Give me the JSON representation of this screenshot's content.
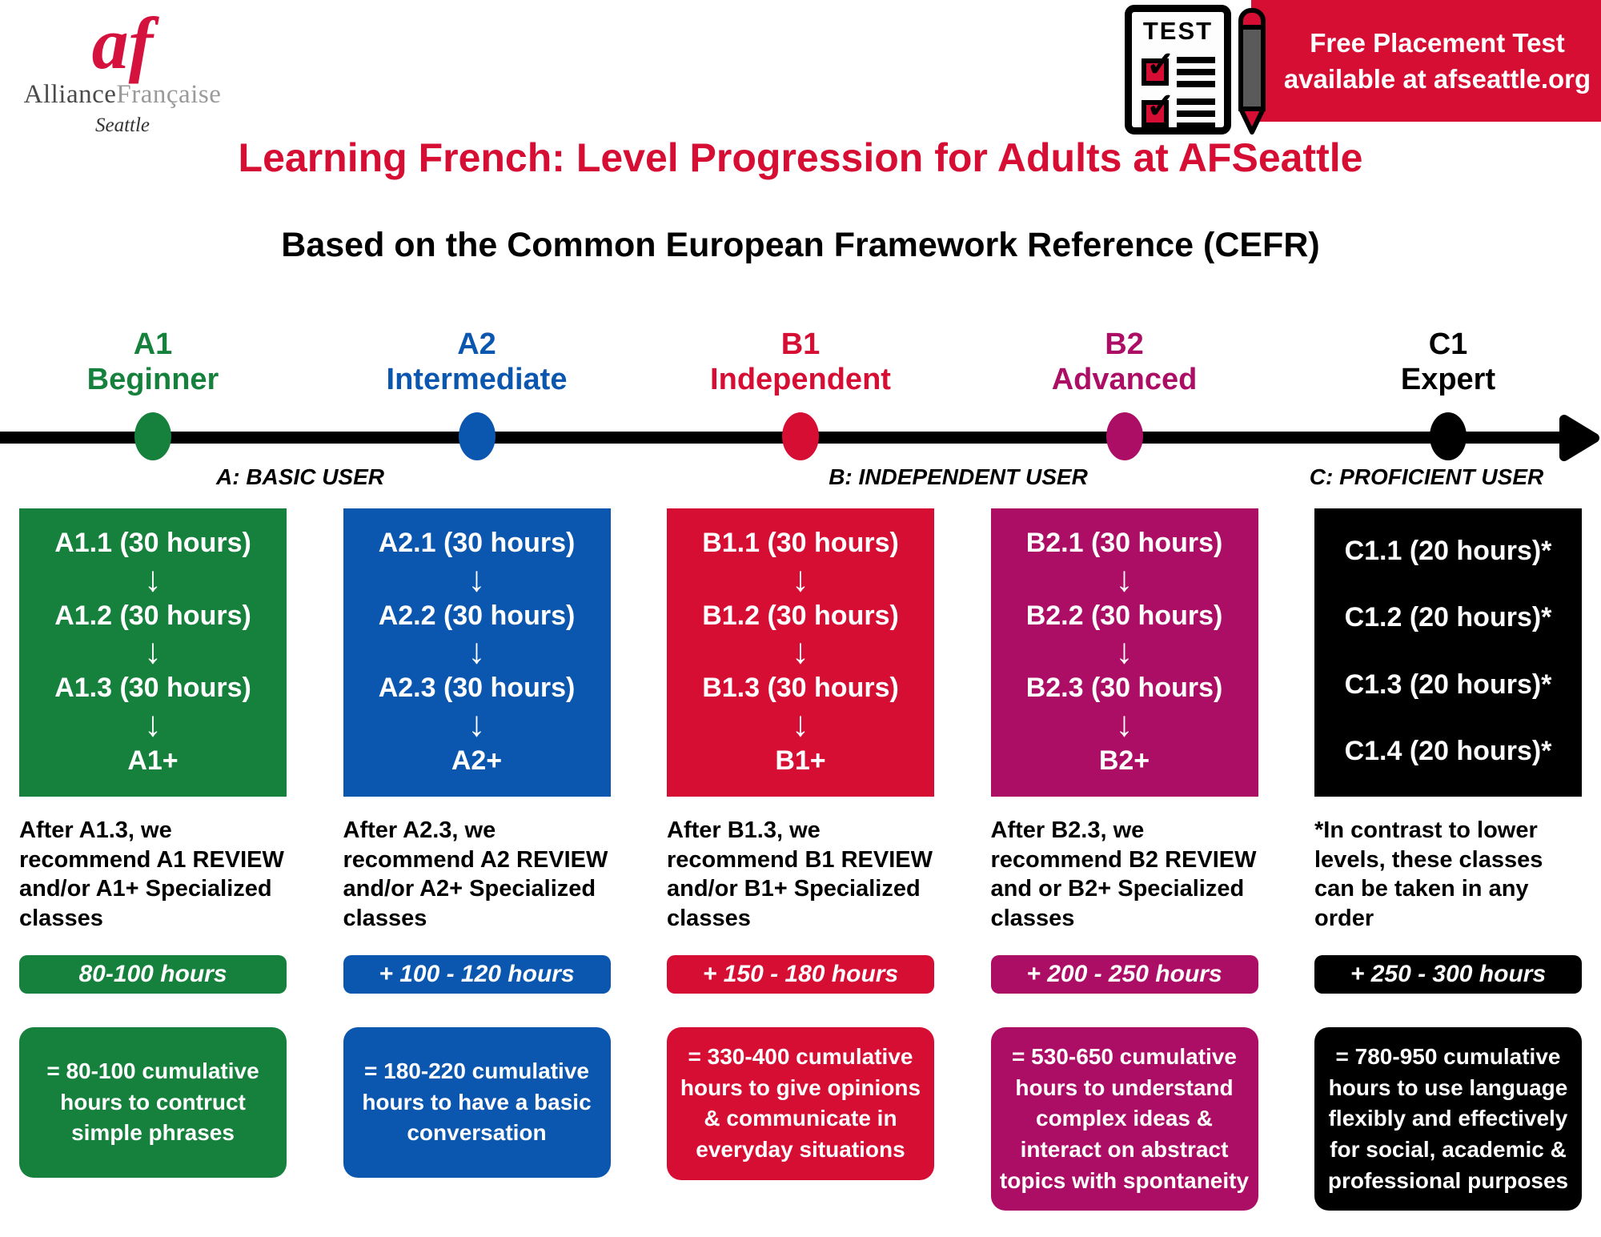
{
  "logo": {
    "monogram": "af",
    "name_part1": "Alliance",
    "name_part2": "Française",
    "city": "Seattle"
  },
  "test_icon": {
    "label": "TEST"
  },
  "placement_banner": {
    "line1": "Free Placement Test",
    "line2": "available at afseattle.org"
  },
  "title": "Learning French: Level Progression for Adults at AFSeattle",
  "subtitle": "Based on the Common European Framework Reference (CEFR)",
  "glyphs": {
    "down_arrow": "↓",
    "check": "✓"
  },
  "user_groups": [
    {
      "label": "A: BASIC USER"
    },
    {
      "label": "B: INDEPENDENT USER"
    },
    {
      "label": "C: PROFICIENT USER"
    }
  ],
  "levels": [
    {
      "code": "A1",
      "name": "Beginner",
      "color": "#15813C",
      "courses": [
        "A1.1 (30 hours)",
        "A1.2 (30 hours)",
        "A1.3 (30 hours)",
        "A1+"
      ],
      "note": "After A1.3, we recommend A1 REVIEW and/or A1+ Specialized classes",
      "hours": "80-100 hours",
      "cumulative": "= 80-100 cumulative hours to contruct simple phrases"
    },
    {
      "code": "A2",
      "name": "Intermediate",
      "color": "#0B56AE",
      "courses": [
        "A2.1 (30 hours)",
        "A2.2 (30 hours)",
        "A2.3 (30 hours)",
        "A2+"
      ],
      "note": "After A2.3, we recommend A2 REVIEW and/or A2+ Specialized classes",
      "hours": "+ 100 - 120 hours",
      "cumulative": "= 180-220 cumulative hours to have a basic conversation"
    },
    {
      "code": "B1",
      "name": "Independent",
      "color": "#D60E33",
      "courses": [
        "B1.1 (30 hours)",
        "B1.2 (30 hours)",
        "B1.3 (30 hours)",
        "B1+"
      ],
      "note": "After B1.3, we recommend B1 REVIEW and/or B1+ Specialized classes",
      "hours": "+ 150 - 180 hours",
      "cumulative": "= 330-400 cumulative hours to give opinions & communicate in everyday situations"
    },
    {
      "code": "B2",
      "name": "Advanced",
      "color": "#AC0E66",
      "courses": [
        "B2.1 (30 hours)",
        "B2.2 (30 hours)",
        "B2.3 (30 hours)",
        "B2+"
      ],
      "note": "After B2.3, we recommend B2 REVIEW and or B2+ Specialized classes",
      "hours": "+ 200 - 250 hours",
      "cumulative": "= 530-650 cumulative hours to understand complex ideas & interact on abstract topics with spontaneity"
    },
    {
      "code": "C1",
      "name": "Expert",
      "color": "#000000",
      "courses": [
        "C1.1 (20 hours)*",
        "C1.2 (20 hours)*",
        "C1.3 (20 hours)*",
        "C1.4 (20 hours)*"
      ],
      "note": "*In contrast to lower levels, these classes can be taken in any order",
      "hours": "+ 250 - 300 hours",
      "cumulative": "= 780-950 cumulative hours  to use language flexibly and effectively for social, academic & professional purposes"
    }
  ],
  "brand_colors": {
    "red": "#D60E33",
    "green": "#15813C",
    "blue": "#0B56AE",
    "magenta": "#AC0E66",
    "black": "#000000",
    "logo_red": "#D5123E"
  }
}
